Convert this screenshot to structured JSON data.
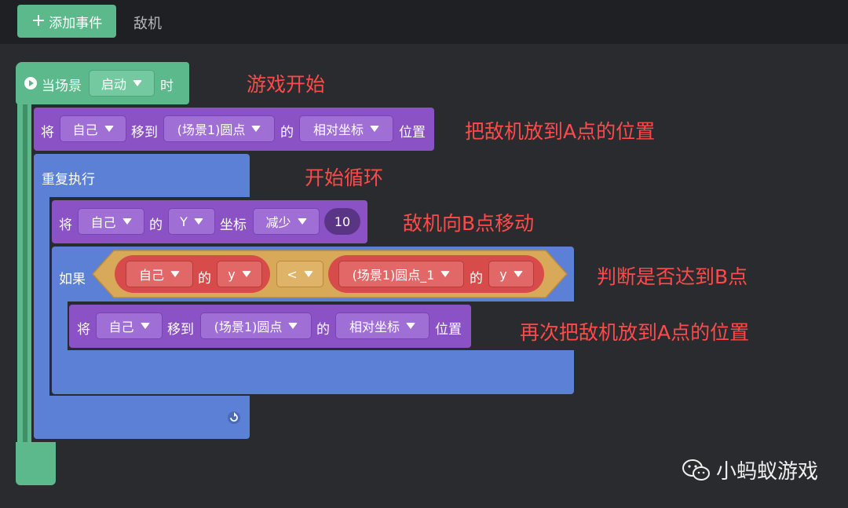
{
  "toolbar": {
    "add_event_label": "添加事件",
    "tab_label": "敌机"
  },
  "hat": {
    "prefix": "当场景",
    "dropdown": "启动",
    "suffix": "时"
  },
  "block1": {
    "w1": "将",
    "d1": "自己",
    "w2": "移到",
    "d2": "(场景1)圆点",
    "w3": "的",
    "d3": "相对坐标",
    "w4": "位置"
  },
  "loop": {
    "label": "重复执行"
  },
  "block2": {
    "w1": "将",
    "d1": "自己",
    "w2": "的",
    "d2": "Y",
    "w3": "坐标",
    "d3": "减少",
    "value": "10"
  },
  "if_block": {
    "label": "如果",
    "left_obj": "自己",
    "left_of": "的",
    "left_attr": "y",
    "op": "<",
    "right_obj": "(场景1)圆点_1",
    "right_of": "的",
    "right_attr": "y"
  },
  "block3": {
    "w1": "将",
    "d1": "自己",
    "w2": "移到",
    "d2": "(场景1)圆点",
    "w3": "的",
    "d3": "相对坐标",
    "w4": "位置"
  },
  "annotations": {
    "a1": "游戏开始",
    "a2": "把敌机放到A点的位置",
    "a3": "开始循环",
    "a4": "敌机向B点移动",
    "a5": "判断是否达到B点",
    "a6": "再次把敌机放到A点的位置"
  },
  "watermark": {
    "text": "小蚂蚁游戏"
  },
  "colors": {
    "event": "#5bb98b",
    "motion": "#8a52c4",
    "control": "#5b80d6",
    "operator": "#d9a95a",
    "sensing": "#d84b4b"
  }
}
